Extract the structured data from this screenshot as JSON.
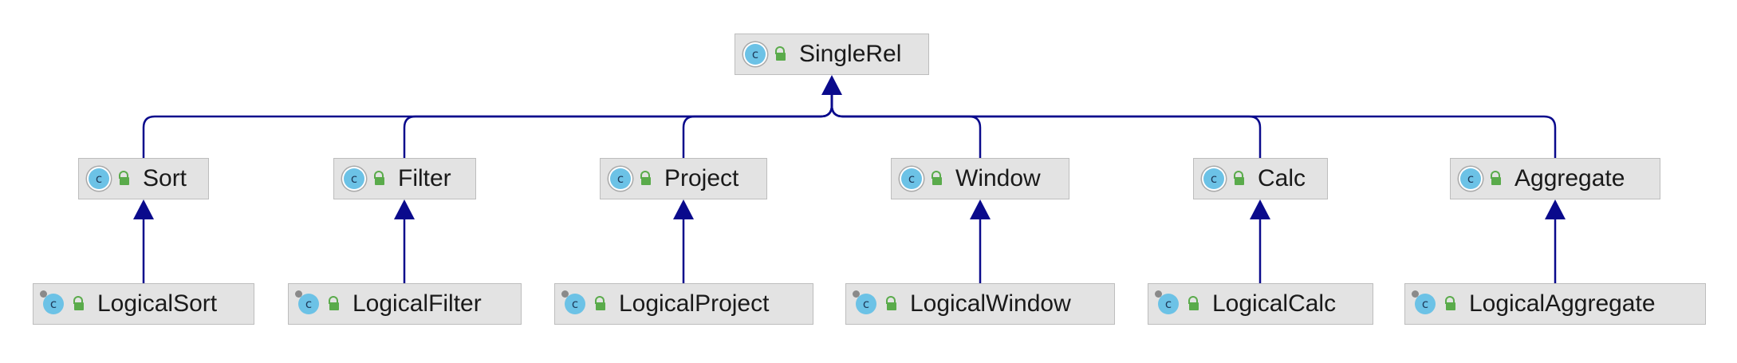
{
  "colors": {
    "edge": "#0a0a8c",
    "node_fill": "#e3e3e3",
    "node_border": "#bdbdbd",
    "class_icon": "#6cc2e6",
    "visibility_icon": "#5aab4b"
  },
  "root": {
    "label": "SingleRel",
    "icon": "abstract-class-icon"
  },
  "level1": [
    {
      "label": "Sort",
      "icon": "abstract-class-icon"
    },
    {
      "label": "Filter",
      "icon": "abstract-class-icon"
    },
    {
      "label": "Project",
      "icon": "abstract-class-icon"
    },
    {
      "label": "Window",
      "icon": "abstract-class-icon"
    },
    {
      "label": "Calc",
      "icon": "abstract-class-icon"
    },
    {
      "label": "Aggregate",
      "icon": "abstract-class-icon"
    }
  ],
  "level2": [
    {
      "label": "LogicalSort",
      "icon": "final-class-icon"
    },
    {
      "label": "LogicalFilter",
      "icon": "final-class-icon"
    },
    {
      "label": "LogicalProject",
      "icon": "final-class-icon"
    },
    {
      "label": "LogicalWindow",
      "icon": "final-class-icon"
    },
    {
      "label": "LogicalCalc",
      "icon": "final-class-icon"
    },
    {
      "label": "LogicalAggregate",
      "icon": "final-class-icon"
    }
  ]
}
